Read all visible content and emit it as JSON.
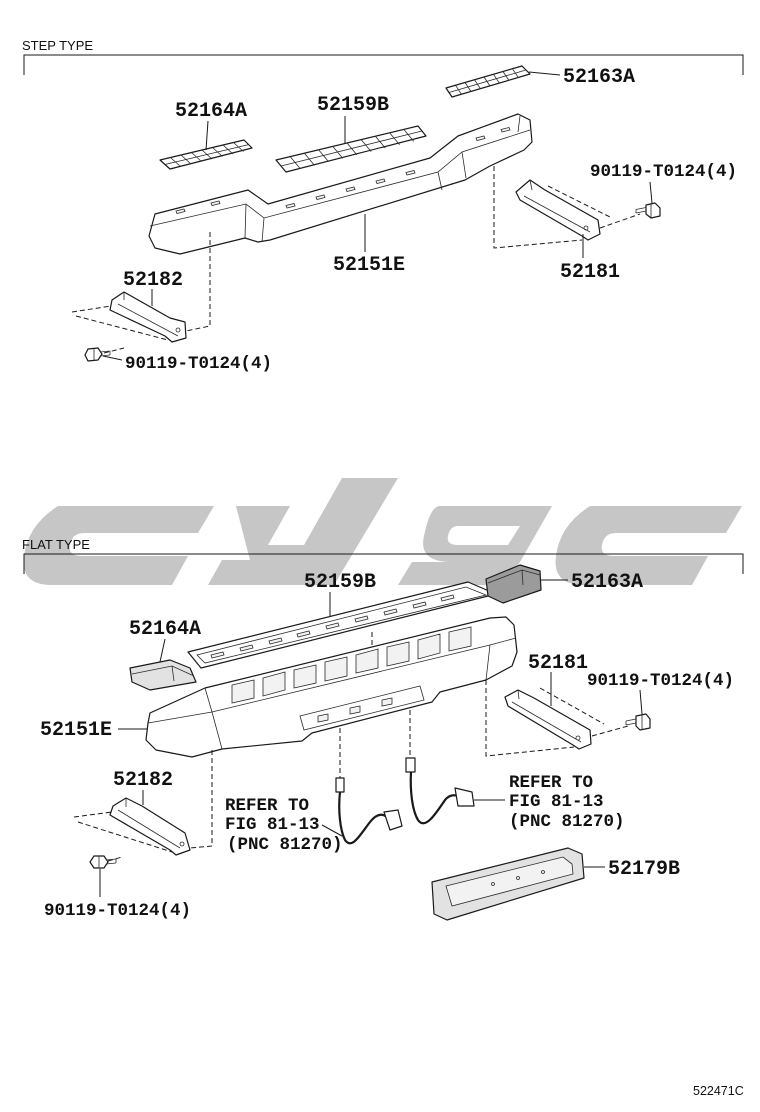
{
  "step_type": {
    "title": "STEP TYPE",
    "callouts": {
      "step_pad_right": "52163A",
      "step_pad_left": "52164A",
      "step_pad_center": "52159B",
      "bolt_right": "90119-T0124(4)",
      "bumper": "52151E",
      "bracket_right": "52181",
      "bracket_left": "52182",
      "bolt_left": "90119-T0124(4)"
    }
  },
  "flat_type": {
    "title": "FLAT TYPE",
    "callouts": {
      "pad_center": "52159B",
      "pad_right": "52163A",
      "pad_left": "52164A",
      "bracket_right": "52181",
      "bolt_right": "90119-T0124(4)",
      "bumper": "52151E",
      "bracket_left": "52182",
      "plate_bracket": "52179B",
      "bolt_left": "90119-T0124(4)"
    },
    "refer_right": {
      "line1": "REFER TO",
      "line2": "FIG 81-13",
      "line3": "(PNC 81270)"
    },
    "refer_left": {
      "line1": "REFER TO",
      "line2": "FIG 81-13",
      "line3": "(PNC 81270)"
    }
  },
  "figure_code": "522471C"
}
